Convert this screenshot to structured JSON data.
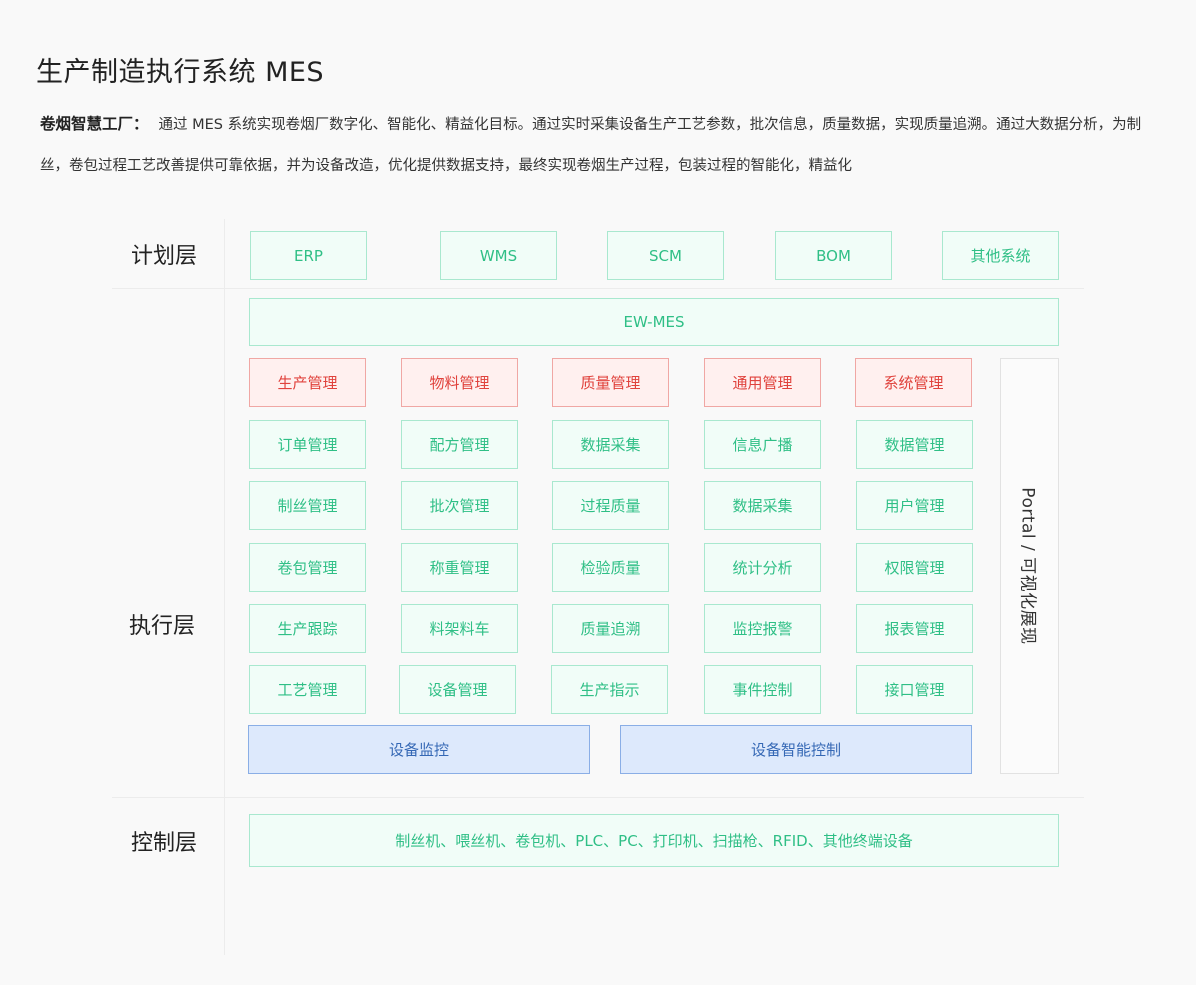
{
  "title": "生产制造执行系统 MES",
  "description": {
    "label": "卷烟智慧工厂：",
    "text": "通过 MES 系统实现卷烟厂数字化、智能化、精益化目标。通过实时采集设备生产工艺参数，批次信息，质量数据，实现质量追溯。通过大数据分析，为制丝，卷包过程工艺改善提供可靠依据，并为设备改造，优化提供数据支持，最终实现卷烟生产过程，包装过程的智能化，精益化"
  },
  "layers": {
    "plan": "计划层",
    "exec": "执行层",
    "control": "控制层"
  },
  "plan_systems": [
    "ERP",
    "WMS",
    "SCM",
    "BOM",
    "其他系统"
  ],
  "exec_platform": "EW-MES",
  "module_headers": [
    "生产管理",
    "物料管理",
    "质量管理",
    "通用管理",
    "系统管理"
  ],
  "module_grid": [
    [
      "订单管理",
      "配方管理",
      "数据采集",
      "信息广播",
      "数据管理"
    ],
    [
      "制丝管理",
      "批次管理",
      "过程质量",
      "数据采集",
      "用户管理"
    ],
    [
      "卷包管理",
      "称重管理",
      "检验质量",
      "统计分析",
      "权限管理"
    ],
    [
      "生产跟踪",
      "料架料车",
      "质量追溯",
      "监控报警",
      "报表管理"
    ],
    [
      "工艺管理",
      "设备管理",
      "生产指示",
      "事件控制",
      "接口管理"
    ]
  ],
  "device_blocks": [
    "设备监控",
    "设备智能控制"
  ],
  "portal": "Portal / 可视化展现",
  "control_devices": "制丝机、喂丝机、卷包机、PLC、PC、打印机、扫描枪、RFID、其他终端设备",
  "colors": {
    "green_text": "#2fbf86",
    "green_border": "#a9e8cf",
    "red_text": "#e0423c",
    "red_border": "#f0a7a4",
    "blue_text": "#3568b5",
    "blue_border": "#8aaee6"
  }
}
